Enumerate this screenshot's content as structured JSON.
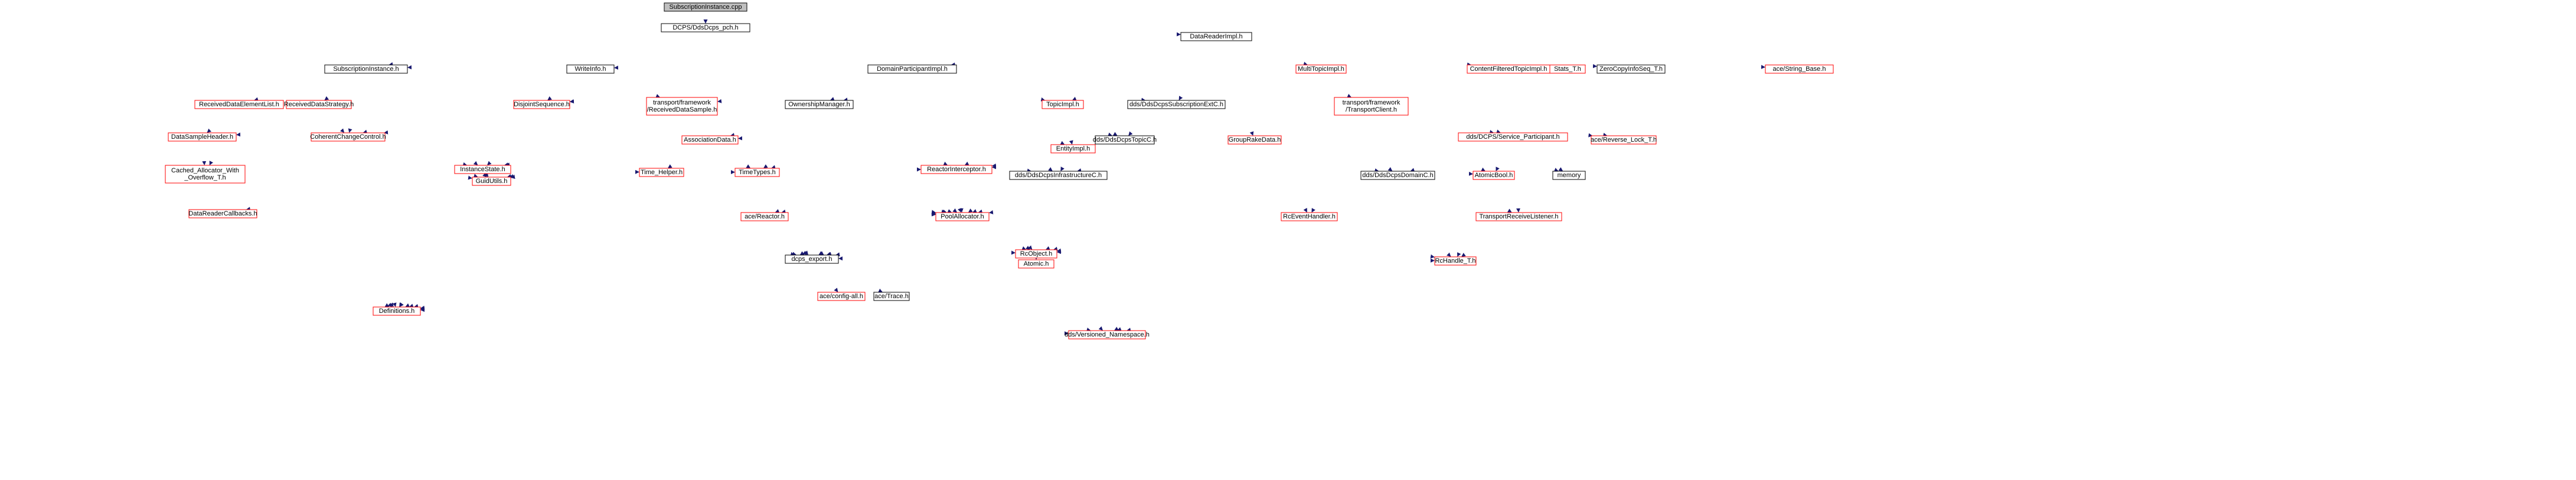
{
  "graph": {
    "colors": {
      "root_fill": "#bfbfbf",
      "normal_fill": "#ffffff",
      "border_normal": "#000000",
      "border_red": "#ff0000",
      "edge": "#191970"
    },
    "nodes": [
      {
        "id": "root",
        "label": "SubscriptionInstance.cpp",
        "red": false,
        "root": true
      },
      {
        "id": "pch",
        "label": "DCPS/DdsDcps_pch.h",
        "red": false
      },
      {
        "id": "dri",
        "label": "DataReaderImpl.h",
        "red": false
      },
      {
        "id": "si",
        "label": "SubscriptionInstance.h",
        "red": false
      },
      {
        "id": "wi",
        "label": "WriteInfo.h",
        "red": false
      },
      {
        "id": "dpi",
        "label": "DomainParticipantImpl.h",
        "red": false
      },
      {
        "id": "mti",
        "label": "MultiTopicImpl.h",
        "red": true
      },
      {
        "id": "cfti",
        "label": "ContentFilteredTopicImpl.h",
        "red": true
      },
      {
        "id": "stats",
        "label": "Stats_T.h",
        "red": true
      },
      {
        "id": "zc",
        "label": "ZeroCopyInfoSeq_T.h",
        "red": false
      },
      {
        "id": "strb",
        "label": "ace/String_Base.h",
        "red": true
      },
      {
        "id": "rdel",
        "label": "ReceivedDataElementList.h",
        "red": true
      },
      {
        "id": "rds",
        "label": "ReceivedDataStrategy.h",
        "red": true
      },
      {
        "id": "djs",
        "label": "DisjointSequence.h",
        "red": true
      },
      {
        "id": "tfrds",
        "label": "transport/framework\n/ReceivedDataSample.h",
        "red": true
      },
      {
        "id": "om",
        "label": "OwnershipManager.h",
        "red": false
      },
      {
        "id": "ti",
        "label": "TopicImpl.h",
        "red": true
      },
      {
        "id": "tfc",
        "label": "transport/framework\n/TransportClient.h",
        "red": true
      },
      {
        "id": "cccpp",
        "label": "dds/DdsDcpsSubscriptionExtC.h",
        "red": false
      },
      {
        "id": "dsh",
        "label": "DataSampleHeader.h",
        "red": true
      },
      {
        "id": "ccc",
        "label": "CoherentChangeControl.h",
        "red": true
      },
      {
        "id": "ad",
        "label": "AssociationData.h",
        "red": true
      },
      {
        "id": "ddtc",
        "label": "dds/DdsDcpsTopicC.h",
        "red": false
      },
      {
        "id": "ei",
        "label": "EntityImpl.h",
        "red": true
      },
      {
        "id": "gpd",
        "label": "GroupRakeData.h",
        "red": true
      },
      {
        "id": "dsp",
        "label": "dds/DCPS/Service_Participant.h",
        "red": true
      },
      {
        "id": "arl",
        "label": "ace/Reverse_Lock_T.h",
        "red": true
      },
      {
        "id": "cadalloc",
        "label": "Cached_Allocator_With\n_Overflow_T.h",
        "red": true
      },
      {
        "id": "is",
        "label": "InstanceState.h",
        "red": true
      },
      {
        "id": "th",
        "label": "Time_Helper.h",
        "red": true
      },
      {
        "id": "tt",
        "label": "TimeTypes.h",
        "red": true
      },
      {
        "id": "ri",
        "label": "ReactorInterceptor.h",
        "red": true
      },
      {
        "id": "gu",
        "label": "GuidUtils.h",
        "red": true
      },
      {
        "id": "ddic",
        "label": "dds/DdsDcpsInfrastructureC.h",
        "red": false
      },
      {
        "id": "ddc",
        "label": "dds/DdsDcpsDomainC.h",
        "red": false
      },
      {
        "id": "ab",
        "label": "AtomicBool.h",
        "red": true
      },
      {
        "id": "mem",
        "label": "memory",
        "red": false
      },
      {
        "id": "drc",
        "label": "DataReaderCallbacks.h",
        "red": true
      },
      {
        "id": "acer",
        "label": "ace/Reactor.h",
        "red": true
      },
      {
        "id": "pa",
        "label": "PoolAllocator.h",
        "red": true
      },
      {
        "id": "reh",
        "label": "RcEventHandler.h",
        "red": true
      },
      {
        "id": "trl",
        "label": "TransportReceiveListener.h",
        "red": true
      },
      {
        "id": "rco",
        "label": "RcObject.h",
        "red": true
      },
      {
        "id": "dex",
        "label": "dcps_export.h",
        "red": false
      },
      {
        "id": "atom",
        "label": "Atomic.h",
        "red": true
      },
      {
        "id": "rch",
        "label": "RcHandle_T.h",
        "red": true
      },
      {
        "id": "acecfg",
        "label": "ace/config-all.h",
        "red": true
      },
      {
        "id": "acetr",
        "label": "ace/Trace.h",
        "red": false
      },
      {
        "id": "defs",
        "label": "Definitions.h",
        "red": true
      },
      {
        "id": "vns",
        "label": "dds/Versioned_Namespace.h",
        "red": true
      }
    ]
  }
}
